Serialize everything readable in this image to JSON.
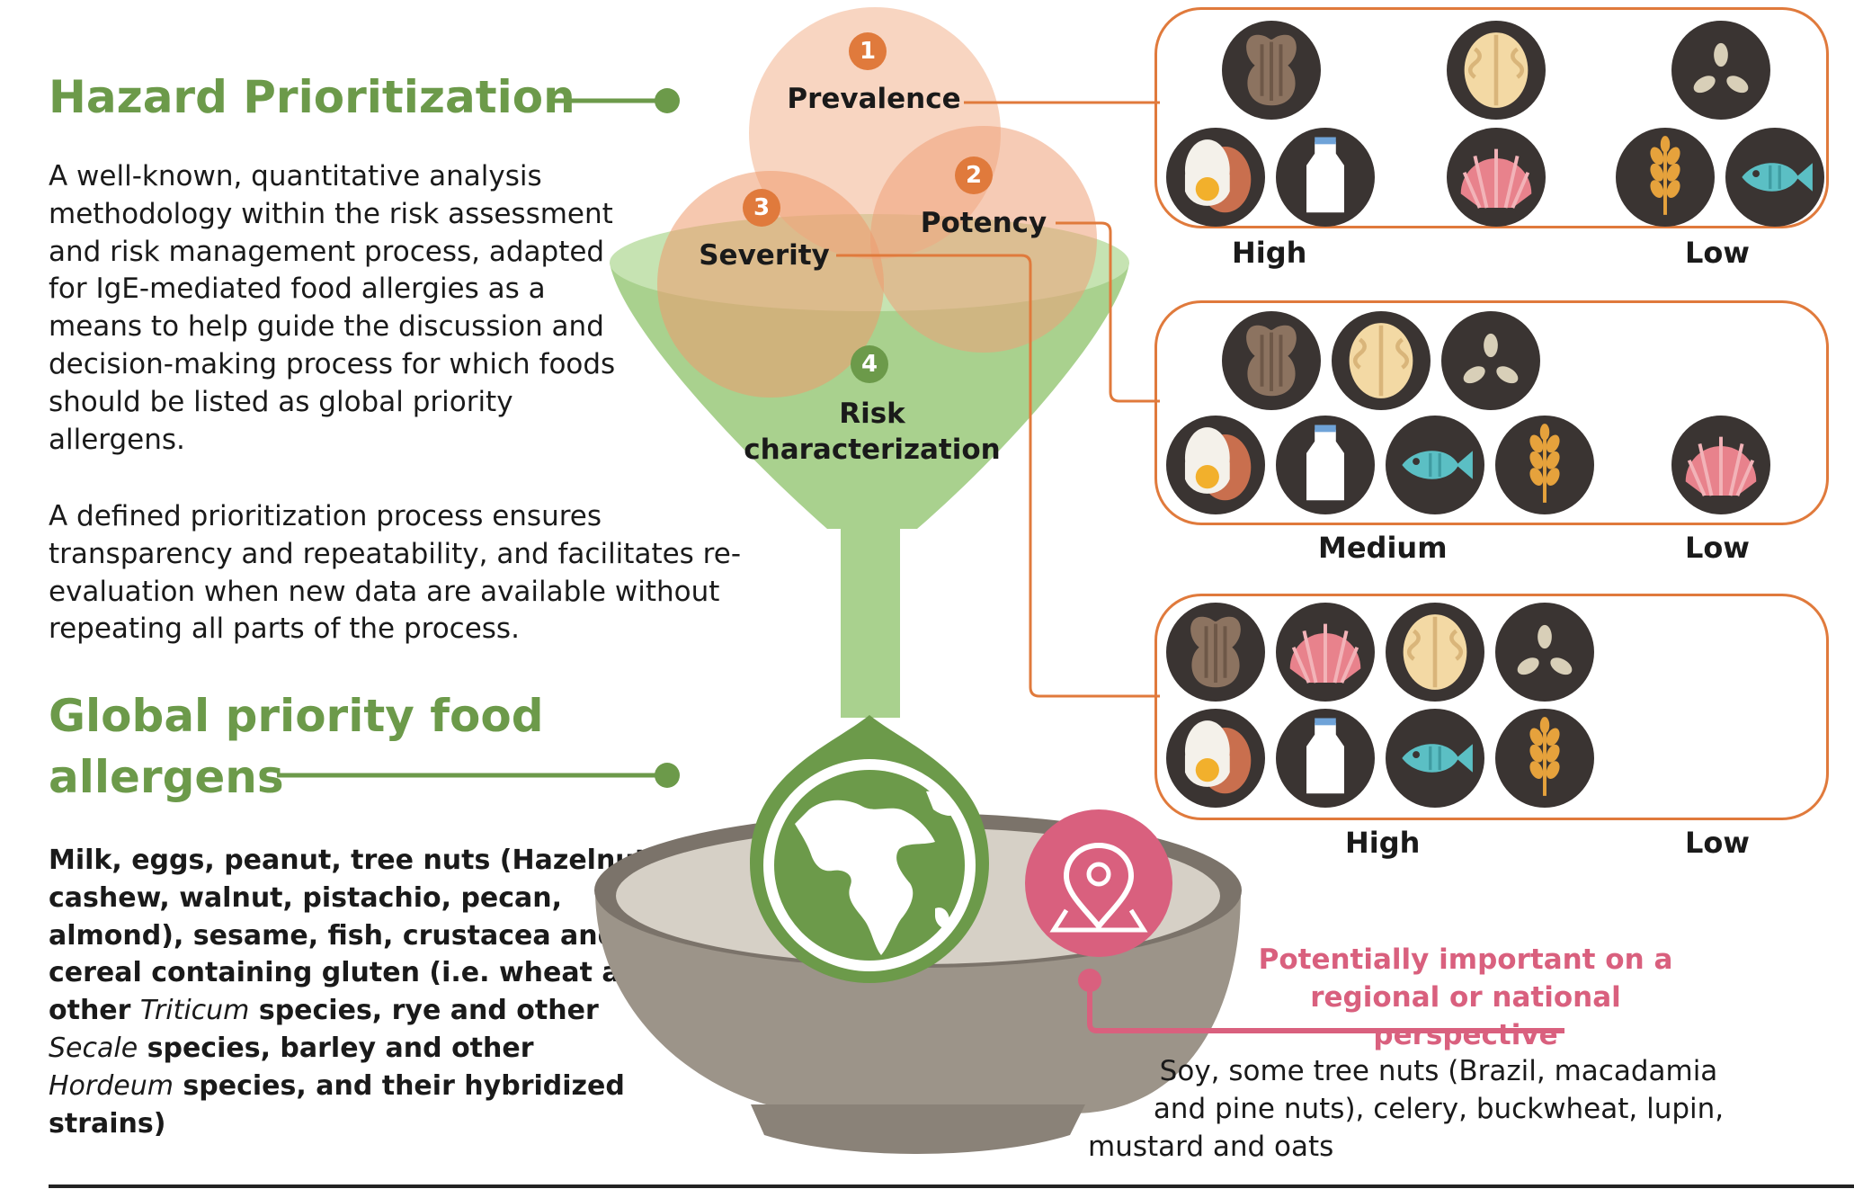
{
  "hazard": {
    "title": "Hazard Prioritization",
    "paragraph1": "A well-known, quantitative analysis methodology within the risk assessment and risk management process, adapted for IgE-mediated food allergies as a means to help guide the discussion and decision-making process for which foods should be listed as global priority allergens.",
    "paragraph2": "A defined prioritization process ensures transparency and repeatability, and facilitates re-evaluation when new data are available without repeating all parts of the process."
  },
  "global": {
    "title_line1": "Global priority food",
    "title_line2": "allergens",
    "list_part1": "Milk, eggs, peanut, tree nuts (Hazelnut, cashew, walnut, pistachio, pecan, almond), sesame, fish, crustacea and cereal containing gluten (i.e. wheat and other ",
    "triticum": "Triticum",
    "list_part2": " species, rye and other ",
    "secale": "Secale",
    "list_part3": " species, barley and other ",
    "hordeum": "Hordeum",
    "list_part4": " species, and their hybridized strains)"
  },
  "funnel": {
    "step1_num": "1",
    "step1_label": "Prevalence",
    "step2_num": "2",
    "step2_label": "Potency",
    "step3_num": "3",
    "step3_label": "Severity",
    "step4_num": "4",
    "step4_label_line1": "Risk",
    "step4_label_line2": "characterization"
  },
  "panels": {
    "prevalence": {
      "high": "High",
      "low": "Low"
    },
    "potency": {
      "medium": "Medium",
      "low": "Low"
    },
    "severity": {
      "high": "High",
      "low": "Low"
    }
  },
  "regional": {
    "title_line1": "Potentially important on a",
    "title_line2": "regional or national perspective",
    "list_line1": "Soy, some tree nuts (Brazil, macadamia",
    "list_line2": "and pine nuts), celery, buckwheat, lupin,",
    "list_line3": "mustard and oats"
  },
  "colors": {
    "green": "#6c9a4a",
    "orange": "#e07a3c",
    "pink": "#d9607e",
    "dark_icon": "#3a3432"
  }
}
